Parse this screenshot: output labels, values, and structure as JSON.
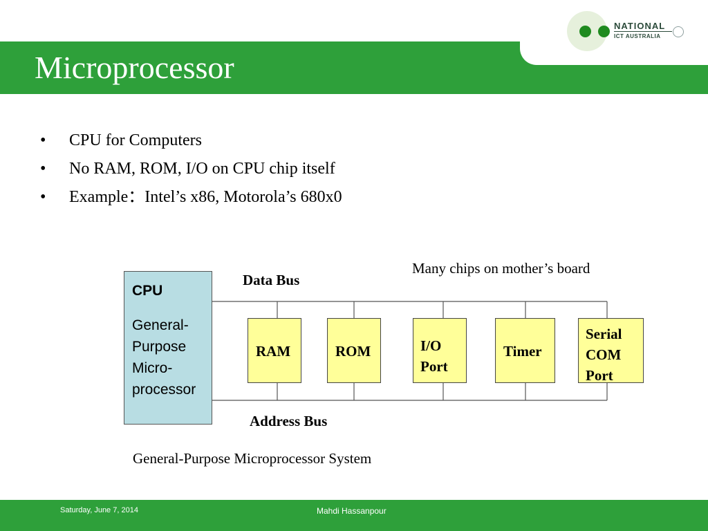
{
  "slide": {
    "title": "Microprocessor",
    "header_color": "#2ea03a"
  },
  "logo": {
    "line1": "NATIONAL",
    "line2": "ICT AUSTRALIA"
  },
  "bullets": [
    {
      "marker": "•",
      "text": "CPU for Computers"
    },
    {
      "marker": "•",
      "text": "No RAM, ROM, I/O on CPU chip itself"
    },
    {
      "marker": "•",
      "text": "Example：Intel’s x86, Motorola’s 680x0"
    }
  ],
  "diagram": {
    "note": "Many chips on mother’s board",
    "data_bus_label": "Data Bus",
    "address_bus_label": "Address Bus",
    "caption": "General-Purpose Microprocessor System",
    "cpu": {
      "title": "CPU",
      "description": "General-\nPurpose\nMicro-\nprocessor",
      "color": "#b8dde3"
    },
    "chips": [
      {
        "label": "RAM"
      },
      {
        "label": "ROM"
      },
      {
        "label": "I/O\nPort"
      },
      {
        "label": "Timer"
      },
      {
        "label": "Serial\nCOM\nPort"
      }
    ],
    "chip_color": "#ffff99"
  },
  "footer": {
    "date": "Saturday, June 7, 2014",
    "author": "Mahdi Hassanpour"
  }
}
